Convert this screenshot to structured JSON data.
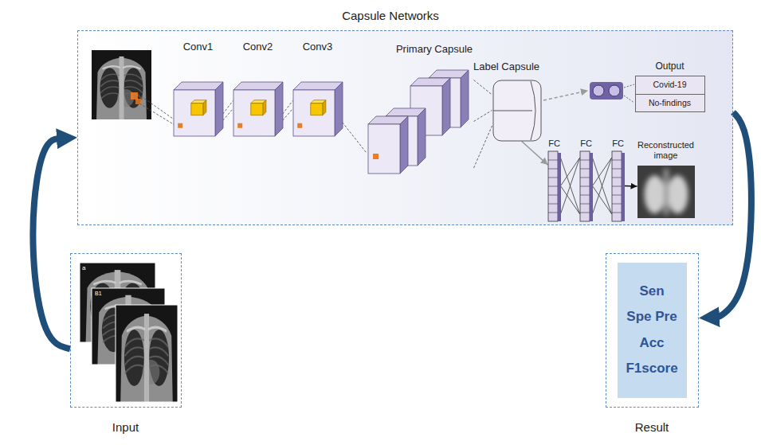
{
  "diagram": {
    "nodes": [
      {
        "text": [
          "Capsule Networks"
        ]
      },
      {
        "text": [
          "Conv1"
        ],
        "in": 0
      },
      {
        "text": [
          "Conv2"
        ],
        "in": 0
      },
      {
        "text": [
          "Conv3"
        ],
        "in": 0
      },
      {
        "text": [
          "Primary Capsule"
        ],
        "in": 0
      },
      {
        "text": [
          "Label Capsule"
        ],
        "in": 0
      },
      {
        "text": [
          "Output"
        ],
        "in": 0
      },
      {
        "text": [
          "Covid-19"
        ],
        "in": 6
      },
      {
        "text": [
          "No-findings"
        ],
        "in": 6
      },
      {
        "text": [
          "FC"
        ],
        "in": 0
      },
      {
        "text": [
          "FC"
        ],
        "in": 0
      },
      {
        "text": [
          "FC"
        ],
        "in": 0
      },
      {
        "text": [
          "Reconstructed image"
        ],
        "in": 0
      },
      {
        "text": [
          "Input"
        ]
      },
      {
        "text": [
          "Result"
        ]
      },
      {
        "text": [
          "Sen Spe Pre Acc F1score"
        ],
        "in": 14
      }
    ],
    "edges": [
      {
        "from": 1,
        "to": 2,
        "arrow": "none"
      },
      {
        "from": 2,
        "to": 3,
        "arrow": "none"
      },
      {
        "from": 3,
        "to": 4,
        "arrow": "none"
      },
      {
        "from": 4,
        "to": 5,
        "arrow": "none"
      },
      {
        "from": 5,
        "to": 9,
        "arrow": "to"
      },
      {
        "from": 9,
        "to": 10,
        "arrow": "none"
      },
      {
        "from": 10,
        "to": 11,
        "arrow": "none"
      },
      {
        "from": 11,
        "to": 12,
        "arrow": "to"
      },
      {
        "from": 13,
        "to": 0,
        "arrow": "to"
      },
      {
        "from": 0,
        "to": 14,
        "arrow": "to"
      }
    ],
    "labels": [
      "a",
      "B1"
    ]
  }
}
